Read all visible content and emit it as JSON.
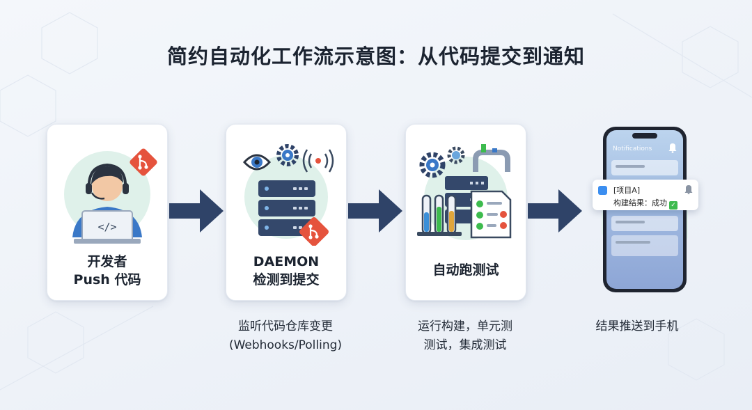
{
  "title": "简约自动化工作流示意图：从代码提交到通知",
  "steps": [
    {
      "line1": "开发者",
      "line2": "Push 代码"
    },
    {
      "line1": "DAEMON",
      "line2": "检测到提交"
    },
    {
      "line1": "自动跑测试",
      "line2": ""
    }
  ],
  "captions": {
    "step2_line1": "监听代码仓库变更",
    "step2_line2": "(Webhooks/Polling)",
    "step3_line1": "运行构建，单元测",
    "step3_line2": "测试，集成测试",
    "step4_line1": "结果推送到手机"
  },
  "phone": {
    "header": "Notifications",
    "notification_title": "[项目A]",
    "notification_body": "构建结果：成功",
    "check_glyph": "✓"
  },
  "code_glyph": "</>",
  "colors": {
    "arrow": "#2f4368",
    "git": "#e5533d",
    "circle": "#dff1ea",
    "server": "#34486b",
    "accent_blue": "#3a8fd8"
  }
}
